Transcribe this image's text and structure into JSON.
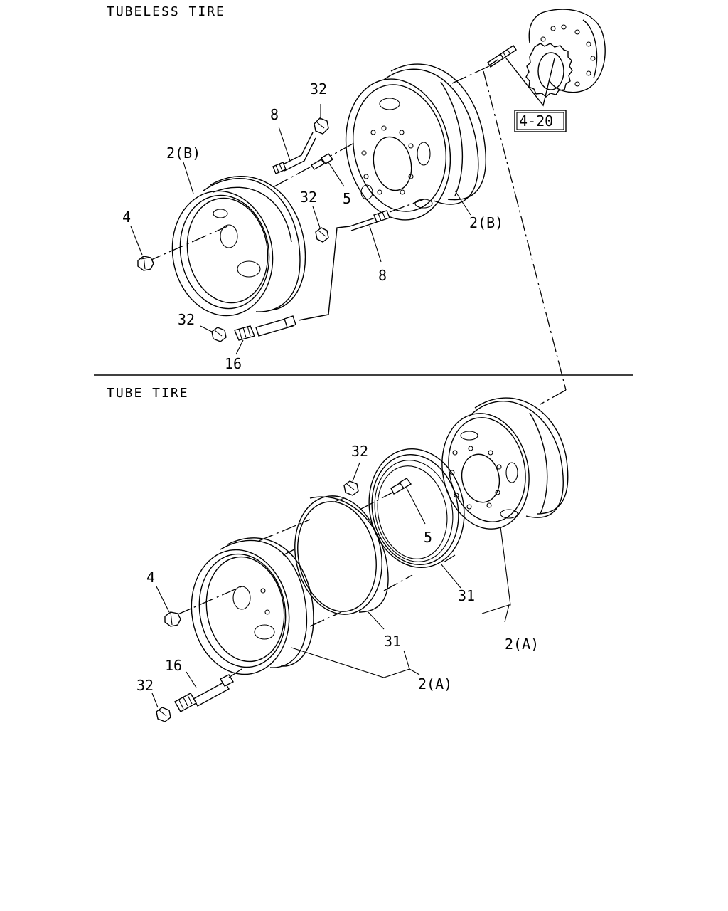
{
  "sections": {
    "tubeless": {
      "title": "TUBELESS TIRE"
    },
    "tube": {
      "title": "TUBE TIRE"
    }
  },
  "callouts": {
    "ref_box": "4-20",
    "tubeless": {
      "valve_cap_top": "32",
      "extension_top": "8",
      "rim_left": "2(B)",
      "valve_center": "5",
      "valve_cap_mid": "32",
      "rim_right": "2(B)",
      "nut": "4",
      "extension_bottom": "8",
      "valve_cap_bottom": "32",
      "valve_extension_long": "16"
    },
    "tube": {
      "valve_cap_top": "32",
      "valve": "5",
      "nut": "4",
      "ring_right": "31",
      "rim_right": "2(A)",
      "ring_left": "31",
      "valve_extension": "16",
      "valve_cap_bottom": "32",
      "rim_left": "2(A)"
    }
  }
}
